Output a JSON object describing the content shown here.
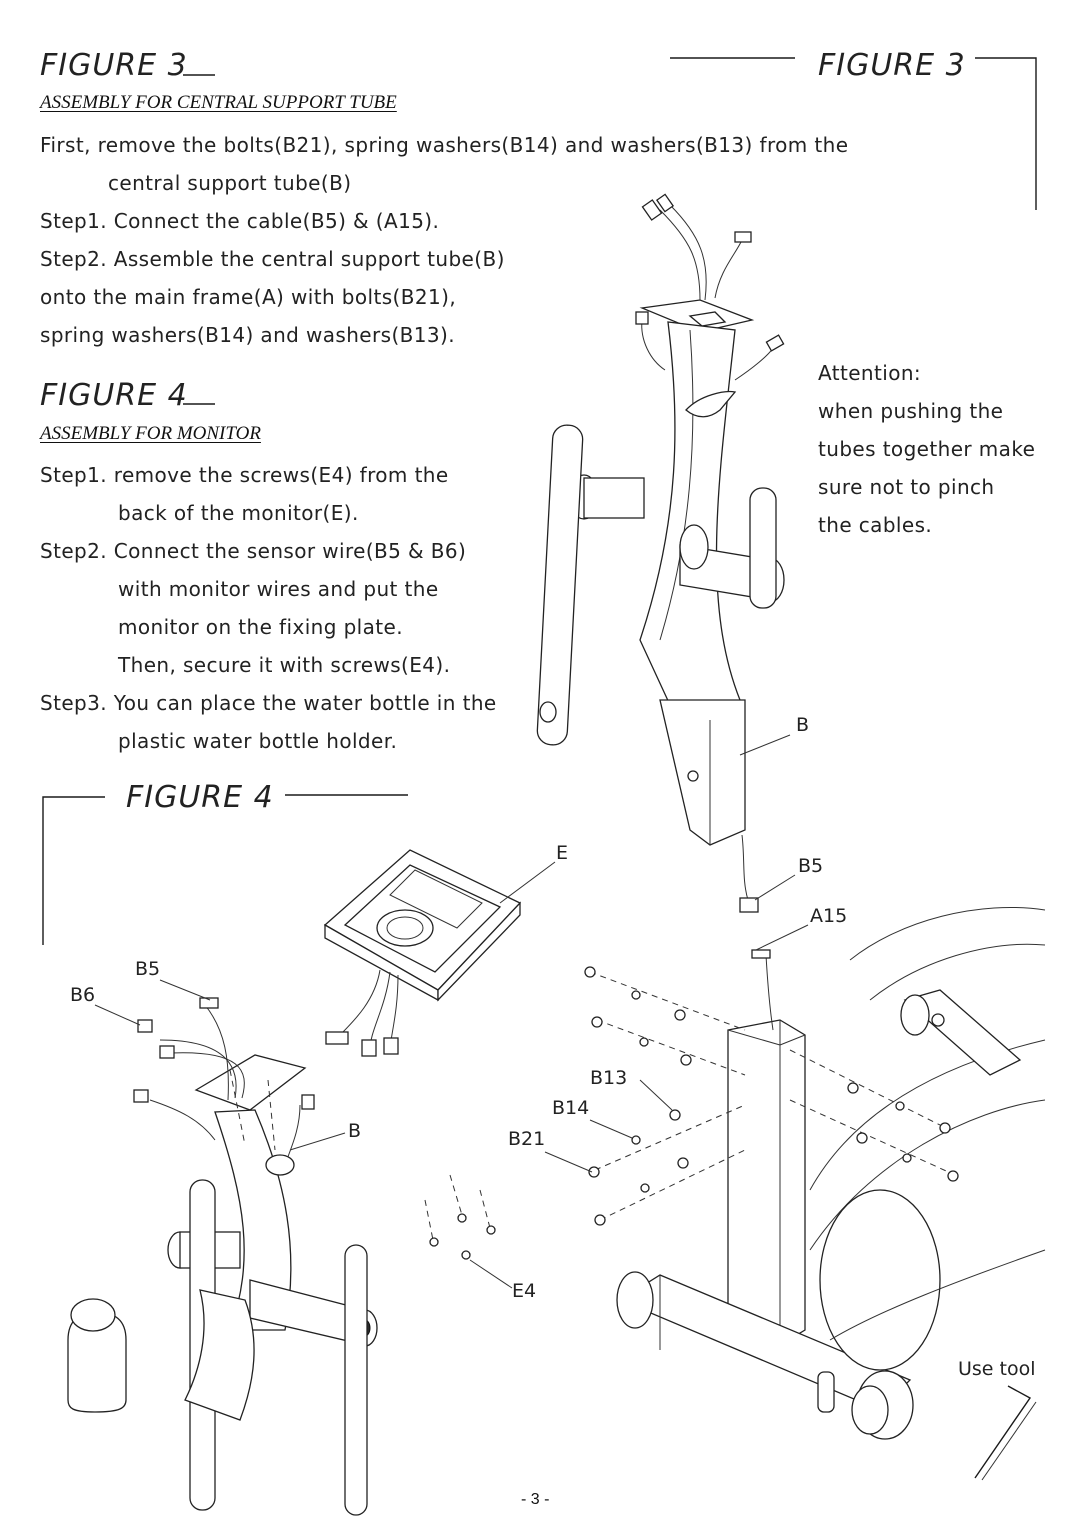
{
  "figure3": {
    "title": "FIGURE 3",
    "title_right": "FIGURE 3",
    "section": "ASSEMBLY FOR CENTRAL SUPPORT TUBE",
    "lines": [
      "First, remove the bolts(B21), spring washers(B14) and washers(B13) from the",
      "central support tube(B)",
      "Step1. Connect the cable(B5) & (A15).",
      "Step2. Assemble the central support tube(B)",
      "onto the main frame(A) with bolts(B21),",
      "spring washers(B14) and washers(B13)."
    ],
    "attention": [
      "Attention:",
      "when pushing the",
      "tubes together make",
      "sure not to pinch",
      "the cables."
    ],
    "labels": {
      "b": "B",
      "b5": "B5",
      "a15": "A15",
      "b13": "B13",
      "b14": "B14",
      "b21": "B21",
      "use_tool": "Use tool"
    }
  },
  "figure4": {
    "title": "FIGURE 4",
    "title_diagram": "FIGURE 4",
    "section": "ASSEMBLY FOR MONITOR",
    "lines": [
      "Step1. remove the screws(E4) from the",
      "back of the monitor(E).",
      "Step2. Connect the sensor wire(B5 & B6)",
      "with monitor wires and put the",
      "monitor on the fixing plate.",
      "Then, secure it with screws(E4).",
      "Step3. You can place the water bottle in the",
      "plastic water bottle holder."
    ],
    "labels": {
      "e": "E",
      "b5": "B5",
      "b6": "B6",
      "b": "B",
      "e4": "E4"
    }
  },
  "page_number": "- 3 -"
}
